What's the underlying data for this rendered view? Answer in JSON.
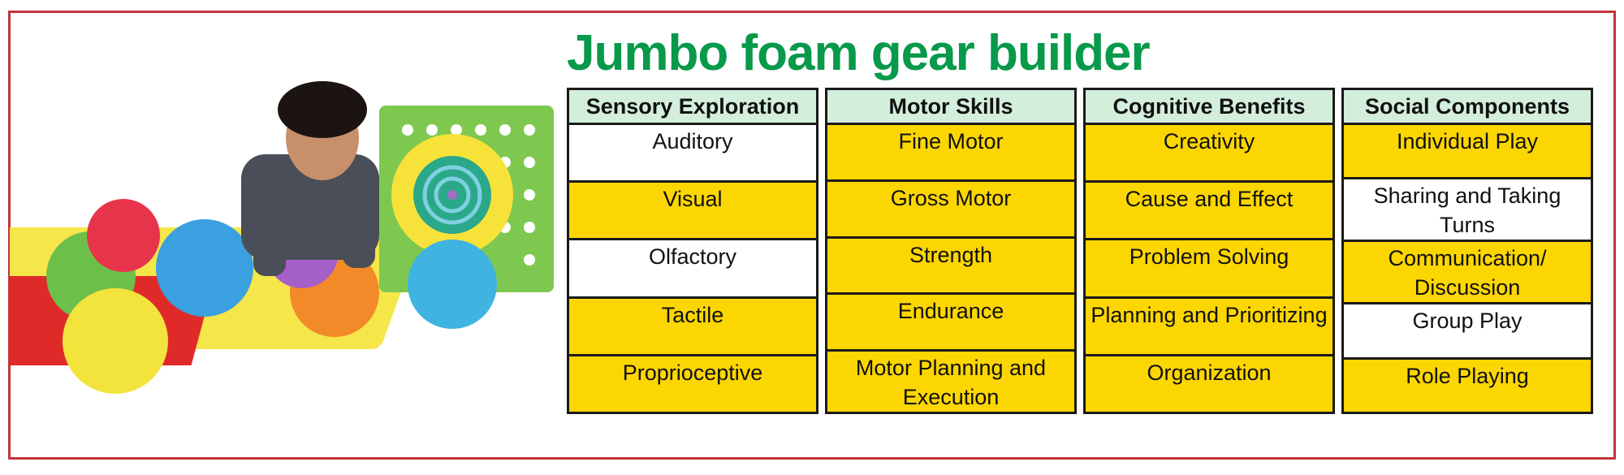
{
  "title": "Jumbo foam gear builder",
  "colors": {
    "title": "#08994a",
    "border": "#c0343c",
    "header_bg": "#d4eedc",
    "highlight": "#fcd600",
    "plain": "#ffffff"
  },
  "columns": [
    {
      "header": "Sensory Exploration",
      "cells": [
        {
          "text": "Auditory",
          "fill": "white"
        },
        {
          "text": "Visual",
          "fill": "yellow"
        },
        {
          "text": "Olfactory",
          "fill": "white"
        },
        {
          "text": "Tactile",
          "fill": "yellow"
        },
        {
          "text": "Proprioceptive",
          "fill": "yellow"
        }
      ]
    },
    {
      "header": "Motor Skills",
      "cells": [
        {
          "text": "Fine Motor",
          "fill": "yellow"
        },
        {
          "text": "Gross Motor",
          "fill": "yellow"
        },
        {
          "text": "Strength",
          "fill": "yellow"
        },
        {
          "text": "Endurance",
          "fill": "yellow"
        },
        {
          "text": "Motor Planning and Execution",
          "fill": "yellow"
        }
      ]
    },
    {
      "header": "Cognitive Benefits",
      "cells": [
        {
          "text": "Creativity",
          "fill": "yellow"
        },
        {
          "text": "Cause and Effect",
          "fill": "yellow"
        },
        {
          "text": "Problem Solving",
          "fill": "yellow"
        },
        {
          "text": "Planning and Prioritizing",
          "fill": "yellow"
        },
        {
          "text": "Organization",
          "fill": "yellow"
        }
      ]
    },
    {
      "header": "Social Components",
      "cells": [
        {
          "text": "Individual Play",
          "fill": "yellow"
        },
        {
          "text": "Sharing and Taking Turns",
          "fill": "white"
        },
        {
          "text": "Communication/ Discussion",
          "fill": "yellow"
        },
        {
          "text": "Group Play",
          "fill": "white"
        },
        {
          "text": "Role Playing",
          "fill": "yellow"
        }
      ]
    }
  ]
}
